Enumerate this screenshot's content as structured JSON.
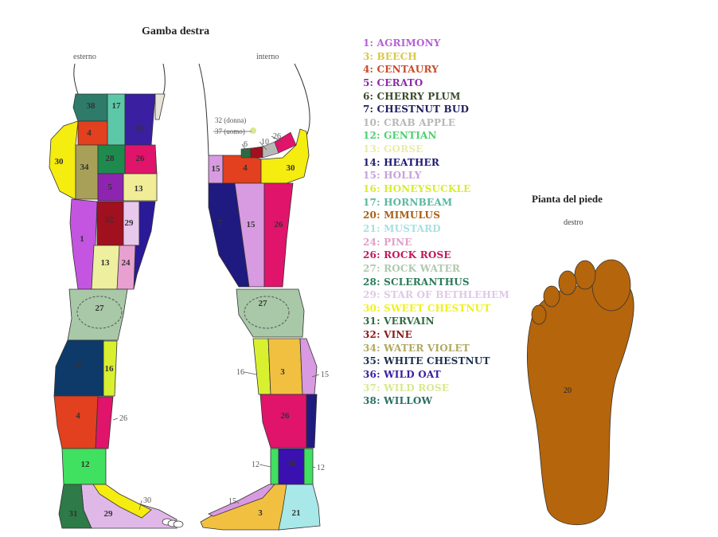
{
  "leg_title": "Gamba destra",
  "external_label": "esterno",
  "internal_label": "interno",
  "foot_title": "Pianta del piede",
  "foot_sub": "destro",
  "foot": {
    "label": "20",
    "color": "#b5650c"
  },
  "legend": [
    {
      "text": "1: AGRIMONY",
      "color": "#b560d8"
    },
    {
      "text": "3: BEECH",
      "color": "#d8c848"
    },
    {
      "text": "4: CENTAURY",
      "color": "#c84a28"
    },
    {
      "text": "5: CERATO",
      "color": "#8a2aa8"
    },
    {
      "text": "6: CHERRY PLUM",
      "color": "#3a4a2a"
    },
    {
      "text": "7: CHESTNUT BUD",
      "color": "#1e1e60"
    },
    {
      "text": "10: CRAB APPLE",
      "color": "#b8b8b8"
    },
    {
      "text": "12: GENTIAN",
      "color": "#4cd070"
    },
    {
      "text": "13: GORSE",
      "color": "#eceaa8"
    },
    {
      "text": "14: HEATHER",
      "color": "#1e1a70"
    },
    {
      "text": "15: HOLLY",
      "color": "#c8a0d8"
    },
    {
      "text": "16: HONEYSUCKLE",
      "color": "#d8ec30"
    },
    {
      "text": "17: HORNBEAM",
      "color": "#58b8a0"
    },
    {
      "text": "20: MIMULUS",
      "color": "#a86018"
    },
    {
      "text": "21: MUSTARD",
      "color": "#a8e0e0"
    },
    {
      "text": "24: PINE",
      "color": "#e0a0c8"
    },
    {
      "text": "26: ROCK ROSE",
      "color": "#c01858"
    },
    {
      "text": "27: ROCK WATER",
      "color": "#b0c8b0"
    },
    {
      "text": "28: SCLERANTHUS",
      "color": "#2a7a58"
    },
    {
      "text": "29: STAR OF BETHLEHEM",
      "color": "#e0c8e8"
    },
    {
      "text": "30: SWEET CHESTNUT",
      "color": "#f0f020"
    },
    {
      "text": "31: VERVAIN",
      "color": "#2e6a40"
    },
    {
      "text": "32: VINE",
      "color": "#901818"
    },
    {
      "text": "34: WATER VIOLET",
      "color": "#b0a860"
    },
    {
      "text": "35: WHITE CHESTNUT",
      "color": "#1a3050"
    },
    {
      "text": "36: WILD OAT",
      "color": "#3a20a0"
    },
    {
      "text": "37: WILD ROSE",
      "color": "#d8e890"
    },
    {
      "text": "38: WILLOW",
      "color": "#2a7060"
    }
  ],
  "regions": [
    {
      "label": "38",
      "color": "#2e7b6a"
    },
    {
      "label": "17",
      "color": "#5cc8a8"
    },
    {
      "label": "36",
      "color": "#3a1fa0"
    },
    {
      "label": "",
      "color": "#e8e4d8"
    },
    {
      "label": "4",
      "color": "#e2401e"
    },
    {
      "label": "30",
      "color": "#f5ec10"
    },
    {
      "label": "34",
      "color": "#a8a058"
    },
    {
      "label": "28",
      "color": "#1f8a4e"
    },
    {
      "label": "26",
      "color": "#e0146a"
    },
    {
      "label": "5",
      "color": "#8e24b0"
    },
    {
      "label": "13",
      "color": "#f0ec98"
    },
    {
      "label": "1",
      "color": "#c455e0"
    },
    {
      "label": "32",
      "color": "#a0101e"
    },
    {
      "label": "29",
      "color": "#e8c8ec"
    },
    {
      "label": "",
      "color": "#2a1a98"
    },
    {
      "label": "13",
      "color": "#eef0a0"
    },
    {
      "label": "24",
      "color": "#e8a0d0"
    },
    {
      "label": "27",
      "color": "#a8c8a8"
    },
    {
      "label": "35",
      "color": "#0e3a6a"
    },
    {
      "label": "16",
      "color": "#d8f030"
    },
    {
      "label": "4",
      "color": "#e2401e"
    },
    {
      "label": "",
      "color": "#e0146a"
    },
    {
      "label": "12",
      "color": "#40e060"
    },
    {
      "label": "29",
      "color": "#e0b8e8"
    },
    {
      "label": "",
      "color": "#f5ec10"
    },
    {
      "label": "31",
      "color": "#2e7a48"
    },
    {
      "label": "15",
      "color": "#d89ae0"
    },
    {
      "label": "4",
      "color": "#e2401e"
    },
    {
      "label": "30",
      "color": "#f5ec10"
    },
    {
      "label": "7",
      "color": "#1e1a80"
    },
    {
      "label": "15",
      "color": "#d89ae0"
    },
    {
      "label": "26",
      "color": "#e0146a"
    },
    {
      "label": "27",
      "color": "#a8c8a8"
    },
    {
      "label": "",
      "color": "#d8f030"
    },
    {
      "label": "3",
      "color": "#f2c040"
    },
    {
      "label": "",
      "color": "#d89ae0"
    },
    {
      "label": "26",
      "color": "#e0146a"
    },
    {
      "label": "",
      "color": "#1e1a80"
    },
    {
      "label": "",
      "color": "#40e060"
    },
    {
      "label": "36",
      "color": "#3a10b0"
    },
    {
      "label": "",
      "color": "#40e060"
    },
    {
      "label": "3",
      "color": "#f2c040"
    },
    {
      "label": "21",
      "color": "#a8e8e8"
    },
    {
      "label": "",
      "color": "#d89ae0"
    }
  ],
  "callouts": [
    "26",
    "30",
    "32 (donna)",
    "37 (uomo)",
    "6",
    "10",
    "26",
    "16",
    "15",
    "12",
    "12",
    "15"
  ]
}
